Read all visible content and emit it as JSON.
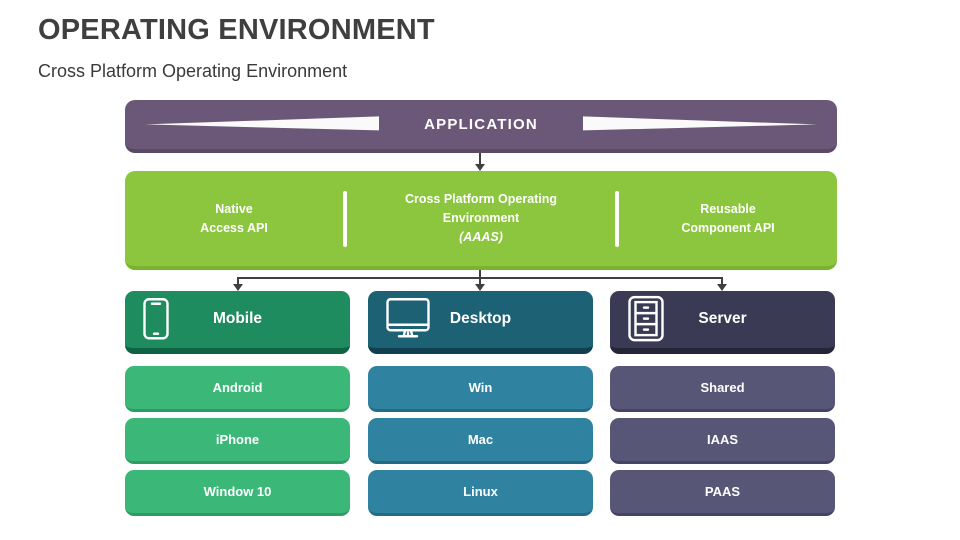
{
  "slide": {
    "title": "OPERATING ENVIRONMENT",
    "subtitle": "Cross Platform Operating Environment"
  },
  "application_banner": {
    "label": "APPLICATION"
  },
  "platform_banner": {
    "left": {
      "line1": "Native",
      "line2": "Access API"
    },
    "center": {
      "line1": "Cross Platform Operating",
      "line2": "Environment",
      "line3": "(AAAS)"
    },
    "right": {
      "line1": "Reusable",
      "line2": "Component API"
    }
  },
  "columns": [
    {
      "header": "Mobile",
      "icon": "smartphone-icon",
      "items": [
        "Android",
        "iPhone",
        "Window 10"
      ]
    },
    {
      "header": "Desktop",
      "icon": "monitor-icon",
      "items": [
        "Win",
        "Mac",
        "Linux"
      ]
    },
    {
      "header": "Server",
      "icon": "server-icon",
      "items": [
        "Shared",
        "IAAS",
        "PAAS"
      ]
    }
  ],
  "colors": {
    "title_text": "#3f3f3f",
    "application_banner": "#6b5777",
    "platform_banner": "#8cc63f",
    "mobile_header": "#1e8c5f",
    "mobile_item": "#3bb878",
    "desktop_header": "#1d6175",
    "desktop_item": "#2f82a0",
    "server_header": "#3b3a54",
    "server_item": "#575677",
    "connector": "#404040",
    "text_on_fill": "#ffffff"
  }
}
